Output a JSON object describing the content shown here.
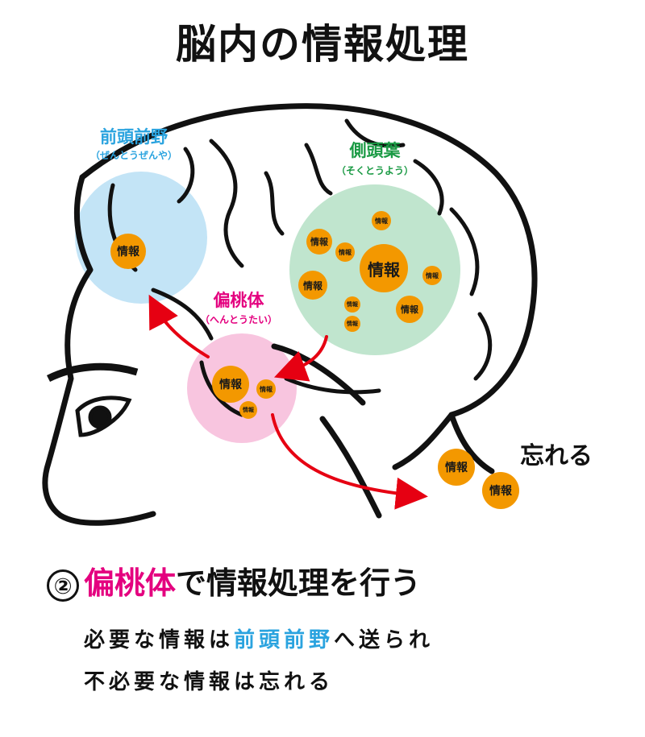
{
  "title": "脳内の情報処理",
  "regions": {
    "frontal": {
      "name": "前頭前野",
      "reading": "（ぜんとうぜんや）",
      "color": "#2aa3df",
      "fill": "#b8dff5"
    },
    "temporal": {
      "name": "側頭葉",
      "reading": "（そくとうよう）",
      "color": "#1a9a44",
      "fill": "#b9e2c9"
    },
    "amygdala": {
      "name": "偏桃体",
      "reading": "（へんとうたい）",
      "color": "#e4007f",
      "fill": "#f7bfdc"
    }
  },
  "info_label": "情報",
  "info_color": "#f39800",
  "arrow_color": "#e60012",
  "forget_label": "忘れる",
  "step": {
    "number": "②",
    "highlight": "偏桃体",
    "rest": "で情報処理を行う",
    "line1_a": "必要な情報は",
    "line1_b": "前頭前野",
    "line1_c": "へ送られ",
    "line2": "不必要な情報は忘れる"
  }
}
